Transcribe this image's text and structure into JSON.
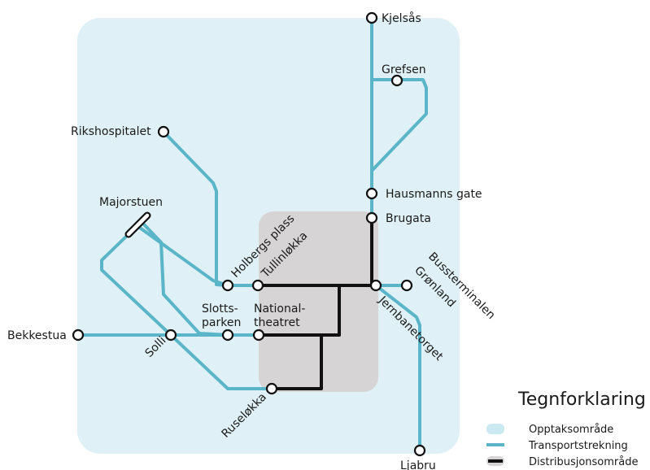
{
  "stations": {
    "kjelsas": "Kjelsås",
    "grefsen": "Grefsen",
    "rikshospitalet": "Rikshospitalet",
    "hausmanns": "Hausmanns gate",
    "brugata": "Brugata",
    "majorstuen": "Majorstuen",
    "holbergs": "Holbergs plass",
    "tullinlokka": "Tullinløkka",
    "bussterminalen": "Bussterminalen",
    "gronland": "Grønland",
    "jernbanetorget": "Jernbanetorget",
    "slottsparken_1": "Slotts-",
    "slottsparken_2": "parken",
    "nationaltheatret_1": "National-",
    "nationaltheatret_2": "theatret",
    "bekkestua": "Bekkestua",
    "solli": "Solli",
    "ruselokka": "Ruseløkka",
    "ljabru": "Ljabru"
  },
  "legend": {
    "title": "Tegnforklaring",
    "items": [
      {
        "label": "Opptaksområde",
        "color": "#cbe9f1"
      },
      {
        "label": "Transportstrekning",
        "color": "#5ab5c8"
      },
      {
        "label": "Distribusjonsområde",
        "color": "#111111"
      }
    ]
  }
}
